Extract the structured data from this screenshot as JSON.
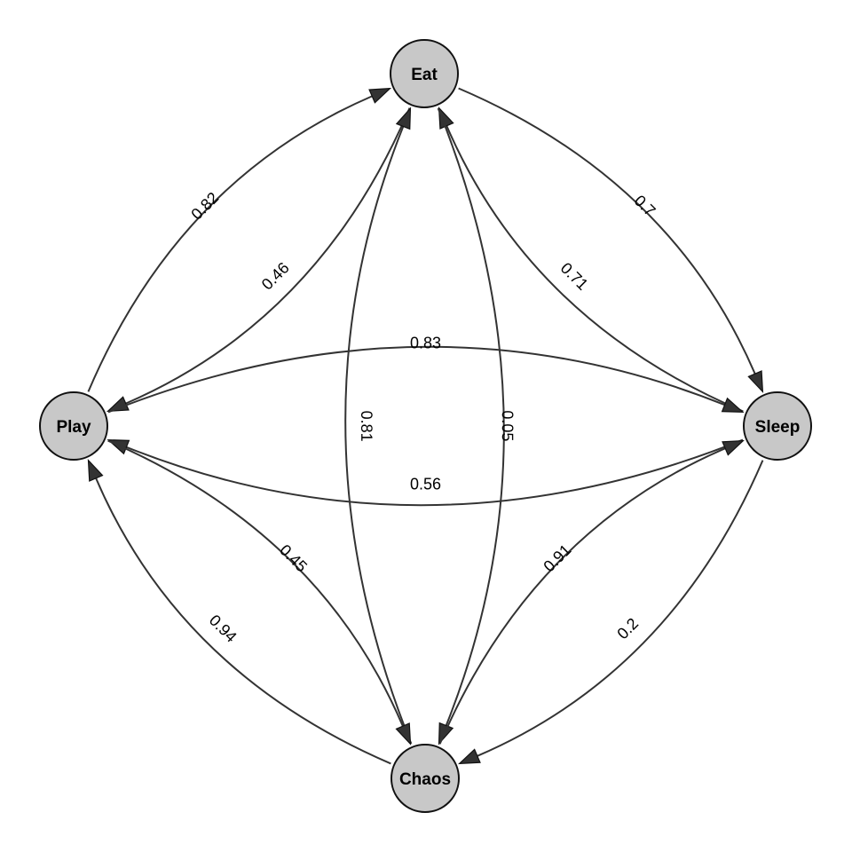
{
  "nodes": [
    {
      "id": "Eat",
      "label": "Eat"
    },
    {
      "id": "Play",
      "label": "Play"
    },
    {
      "id": "Sleep",
      "label": "Sleep"
    },
    {
      "id": "Chaos",
      "label": "Chaos"
    }
  ],
  "edges": [
    {
      "from": "Play",
      "to": "Eat",
      "label": "0.82"
    },
    {
      "from": "Eat",
      "to": "Play",
      "label": "0.46"
    },
    {
      "from": "Eat",
      "to": "Sleep",
      "label": "0.7"
    },
    {
      "from": "Sleep",
      "to": "Eat",
      "label": "0.71"
    },
    {
      "from": "Play",
      "to": "Sleep",
      "label": "0.83"
    },
    {
      "from": "Sleep",
      "to": "Play",
      "label": "0.56"
    },
    {
      "from": "Chaos",
      "to": "Eat",
      "label": "0.81"
    },
    {
      "from": "Eat",
      "to": "Chaos",
      "label": "0.05"
    },
    {
      "from": "Play",
      "to": "Chaos",
      "label": "0.45"
    },
    {
      "from": "Chaos",
      "to": "Play",
      "label": "0.94"
    },
    {
      "from": "Chaos",
      "to": "Sleep",
      "label": "0.91"
    },
    {
      "from": "Sleep",
      "to": "Chaos",
      "label": "0.2"
    }
  ],
  "colors": {
    "node_fill": "#c8c8c8",
    "edge": "#333333"
  }
}
